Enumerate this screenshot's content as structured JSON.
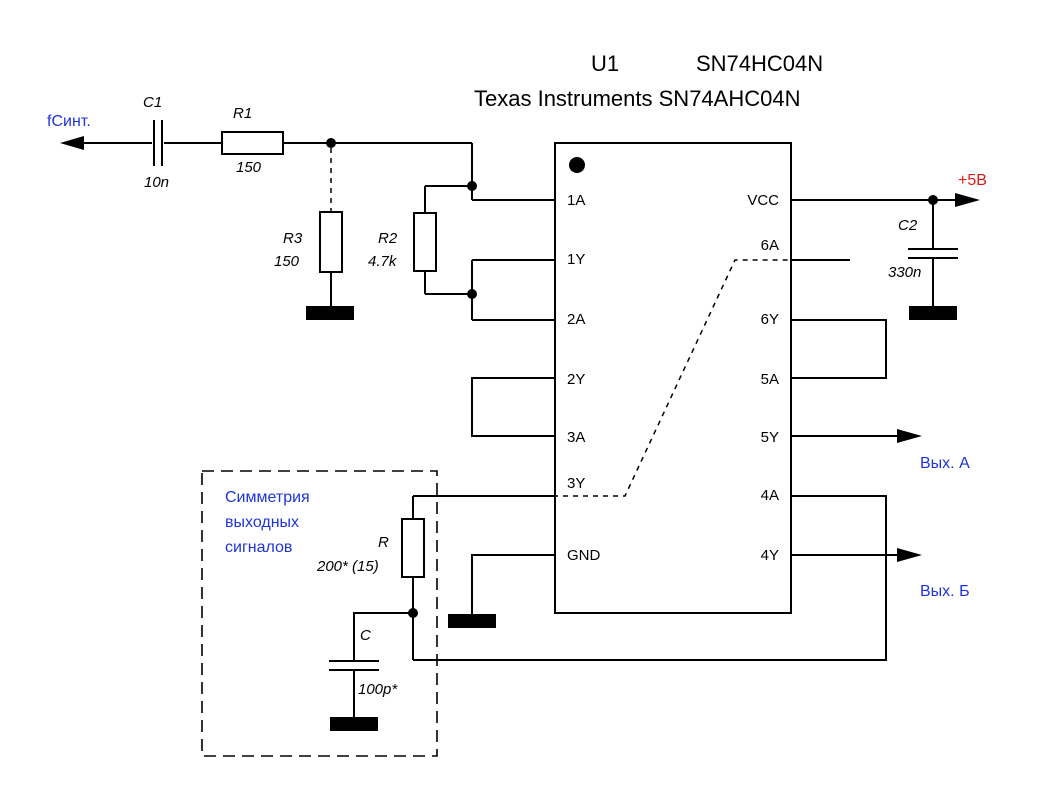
{
  "header": {
    "ref": "U1",
    "part": "SN74HC04N",
    "alt": "Texas Instruments SN74AHC04N"
  },
  "ic": {
    "left_pins": [
      "1A",
      "1Y",
      "2A",
      "2Y",
      "3A",
      "3Y",
      "GND"
    ],
    "right_pins": [
      "VCC",
      "6A",
      "6Y",
      "5A",
      "5Y",
      "4A",
      "4Y"
    ]
  },
  "components": {
    "c1": {
      "ref": "C1",
      "value": "10n"
    },
    "r1": {
      "ref": "R1",
      "value": "150"
    },
    "r3": {
      "ref": "R3",
      "value": "150"
    },
    "r2": {
      "ref": "R2",
      "value": "4.7k"
    },
    "c2": {
      "ref": "C2",
      "value": "330n"
    },
    "r": {
      "ref": "R",
      "value": "200* (15)"
    },
    "c": {
      "ref": "C",
      "value": "100p*"
    }
  },
  "nets": {
    "input": "fСинт.",
    "supply": "+5В",
    "out_a": "Вых. А",
    "out_b": "Вых. Б"
  },
  "note": [
    "Симметрия",
    "выходных",
    "сигналов"
  ]
}
